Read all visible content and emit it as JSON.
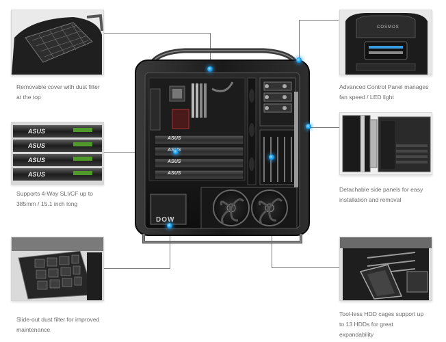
{
  "features": {
    "top_cover": {
      "caption_line1": "Removable cover with dust filter",
      "caption_line2": "at the top"
    },
    "control_panel": {
      "caption_line1": "Advanced Control Panel manages",
      "caption_line2": "fan speed / LED light",
      "brand_text": "COSMOS"
    },
    "sli": {
      "caption_line1": "Supports 4-Way SLI/CF up to",
      "caption_line2": "385mm / 15.1 inch long",
      "card_brand": "ASUS"
    },
    "side_panels": {
      "caption_line1": "Detachable side panels for easy",
      "caption_line2": "installation and removal"
    },
    "dust_filter": {
      "caption_line1": "Slide-out dust filter for improved",
      "caption_line2": "maintenance"
    },
    "hdd_cages": {
      "caption_line1": "Tool-less HDD cages support up",
      "caption_line2": "to 13 HDDs for great",
      "caption_line3": "expandability"
    }
  },
  "case": {
    "gpu_brand": "ASUS",
    "psu_label": "DOW"
  },
  "colors": {
    "accent_dot": "#1aa0ea",
    "case_dark": "#1b1b1b",
    "caption": "#6b6b6b"
  }
}
